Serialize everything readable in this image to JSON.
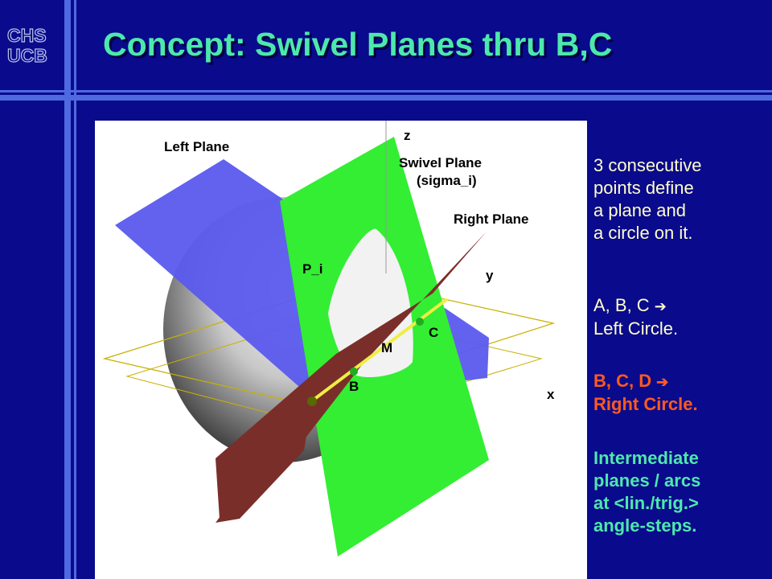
{
  "logo": {
    "line1": "CHS",
    "line2": "UCB"
  },
  "slide": {
    "title": "Concept: Swivel Planes thru B,C"
  },
  "figure": {
    "labels": {
      "left_plane": "Left Plane",
      "swivel_plane_1": "Swivel Plane",
      "swivel_plane_2": "(sigma_i)",
      "right_plane": "Right Plane",
      "z": "z",
      "y": "y",
      "x": "x",
      "p_i": "P_i",
      "m": "M",
      "b": "B",
      "c": "C"
    },
    "colors": {
      "left_plane": "#5a5aee",
      "swivel_plane": "#33ee33",
      "right_plane": "#7a2e2a"
    }
  },
  "sidebar": {
    "para1": [
      "3 consecutive",
      "points define",
      "a plane and",
      "a circle on it."
    ],
    "para2": {
      "line1": "A, B, C",
      "arrow": "➔",
      "line2": "Left Circle."
    },
    "para3": {
      "line1": "B, C, D",
      "arrow": "➔",
      "line2": "Right Circle."
    },
    "para4": [
      "Intermediate",
      "planes / arcs",
      "at  <lin./trig.>",
      "angle-steps."
    ]
  },
  "colors": {
    "background": "#0a0a8c",
    "bars": "#4f6ae0",
    "title": "#4de8ac",
    "body_text": "#ffffcc",
    "highlight_red": "#ff5a1e",
    "highlight_green": "#4de8ac"
  }
}
